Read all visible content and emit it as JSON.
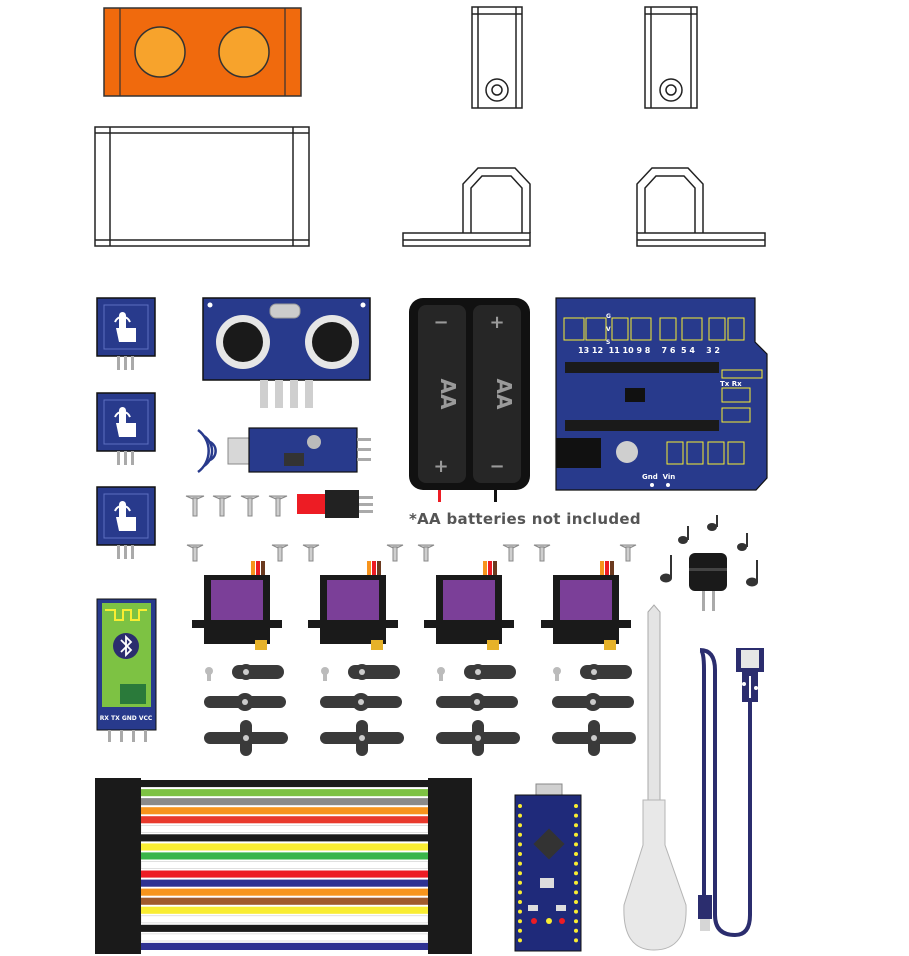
{
  "note": "*AA batteries not included",
  "battery": {
    "cell_label": "AA",
    "minus": "−",
    "plus": "+"
  },
  "shield": {
    "pins_top": "13 12  11 10 9 8    7 6  5 4    3 2",
    "gvs_g": "G",
    "gvs_v": "V",
    "gvs_s": "S",
    "txrx": "Tx Rx",
    "gnd_vin": "Gnd  Vin"
  },
  "bluetooth": {
    "pins": "RX TX GND VCC"
  },
  "colors": {
    "orange_part": "#f06a0d",
    "orange_eye": "#f7a32c",
    "board_blue": "#283a8c",
    "servo_purple": "#7b3f98",
    "cable_navy": "#2b2d6e",
    "wires": [
      "#1a1a1a",
      "#7dc243",
      "#8a8a8a",
      "#f7941d",
      "#e8392c",
      "#ffffff",
      "#1a1a1a",
      "#f9ed32",
      "#39b54a",
      "#ffffff",
      "#ed1c24",
      "#2e3192",
      "#f7941d",
      "#a05a2c",
      "#f9ed32",
      "#ffffff",
      "#1a1a1a",
      "#ffffff",
      "#2e3192"
    ]
  },
  "icons": [
    "touch-icon",
    "bluetooth-icon",
    "music-note-icon",
    "usb-icon",
    "sound-wave-icon"
  ]
}
